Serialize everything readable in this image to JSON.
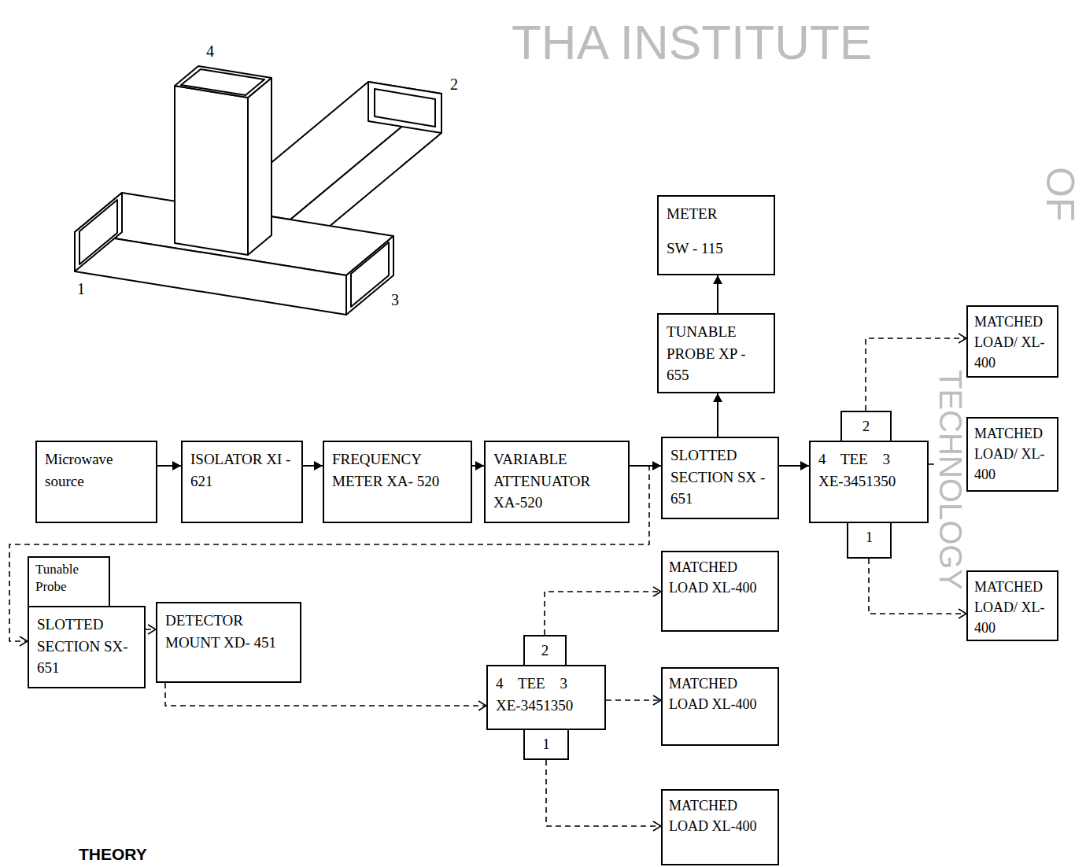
{
  "diagram": {
    "nodes": [
      {
        "text": [
          "Microwave source"
        ]
      },
      {
        "text": [
          "ISOLATOR XI - 621"
        ]
      },
      {
        "text": [
          "FREQUENCY METER XA- 520"
        ]
      },
      {
        "text": [
          "VARIABLE ATTENUATOR XA-520"
        ]
      },
      {
        "text": [
          "METER",
          "SW - 115"
        ]
      },
      {
        "text": [
          "TUNABLE PROBE XP - 655"
        ]
      },
      {
        "text": [
          "SLOTTED SECTION SX - 651"
        ]
      },
      {
        "text": [
          "2"
        ]
      },
      {
        "text": [
          "4 TEE 3",
          "XE-3451350"
        ]
      },
      {
        "text": [
          "1"
        ]
      },
      {
        "text": [
          "MATCHED LOAD/ XL-400"
        ]
      },
      {
        "text": [
          "MATCHED LOAD/ XL-400"
        ]
      },
      {
        "text": [
          "MATCHED LOAD/ XL-400"
        ]
      },
      {
        "text": [
          "Tunable Probe"
        ]
      },
      {
        "text": [
          "SLOTTED SECTION SX-651"
        ]
      },
      {
        "text": [
          "DETECTOR MOUNT XD- 451"
        ]
      },
      {
        "text": [
          "2"
        ]
      },
      {
        "text": [
          "4 TEE 3",
          "XE-3451350"
        ]
      },
      {
        "text": [
          "1"
        ]
      },
      {
        "text": [
          "MATCHED LOAD XL-400"
        ]
      },
      {
        "text": [
          "MATCHED LOAD XL-400"
        ]
      },
      {
        "text": [
          "MATCHED LOAD XL-400"
        ]
      }
    ],
    "edges": [
      {
        "from": 0,
        "to": 1,
        "arrow": "to"
      },
      {
        "from": 1,
        "to": 2,
        "arrow": "to"
      },
      {
        "from": 2,
        "to": 3,
        "arrow": "to"
      },
      {
        "from": 3,
        "to": 6,
        "arrow": "to"
      },
      {
        "from": 6,
        "to": 5,
        "arrow": "to"
      },
      {
        "from": 5,
        "to": 4,
        "arrow": "to"
      },
      {
        "from": 6,
        "to": 8,
        "arrow": "to"
      },
      {
        "from": 7,
        "to": 10,
        "arrow": "to"
      },
      {
        "from": 8,
        "to": 11,
        "arrow": "to"
      },
      {
        "from": 9,
        "to": 12,
        "arrow": "to"
      },
      {
        "from": 3,
        "to": 14,
        "arrow": "to"
      },
      {
        "from": 14,
        "to": 15,
        "arrow": "to"
      },
      {
        "from": 15,
        "to": 17,
        "arrow": "to"
      },
      {
        "from": 16,
        "to": 19,
        "arrow": "to"
      },
      {
        "from": 17,
        "to": 20,
        "arrow": "to"
      },
      {
        "from": 18,
        "to": 21,
        "arrow": "to"
      }
    ],
    "labels": [
      "4",
      "2",
      "1",
      "3",
      "THA INSTITUTE",
      "OF",
      "TECHNOLOGY",
      "THEORY"
    ]
  }
}
